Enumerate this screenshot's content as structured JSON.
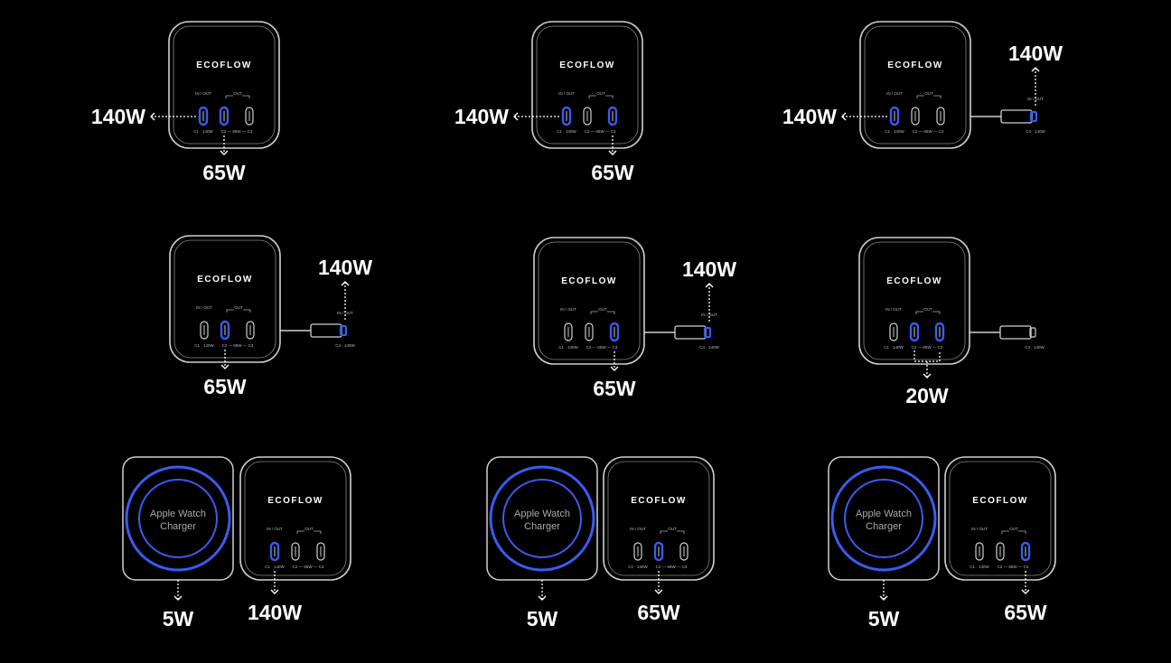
{
  "brand": "ECOFLOW",
  "port_labels": {
    "in_out": "IN / OUT",
    "out": "OUT",
    "c1": "C1 · 140W",
    "c23": "C2 — 65W — C3",
    "c4": "C4 · 140W"
  },
  "watch_charger_label": [
    "Apple Watch",
    "Charger"
  ],
  "colors": {
    "background": "#000000",
    "outline": "#cfcfcf",
    "active_port": "#3a5cf0",
    "text": "#ffffff"
  },
  "scenarios": [
    {
      "id": "s1",
      "active_ports": [
        "C1",
        "C2"
      ],
      "cable": false,
      "watch": false,
      "outputs": [
        "140W",
        "65W"
      ]
    },
    {
      "id": "s2",
      "active_ports": [
        "C1",
        "C3"
      ],
      "cable": false,
      "watch": false,
      "outputs": [
        "140W",
        "65W"
      ]
    },
    {
      "id": "s3",
      "active_ports": [
        "C1",
        "C4"
      ],
      "cable": true,
      "watch": false,
      "outputs": [
        "140W",
        "140W"
      ]
    },
    {
      "id": "s4",
      "active_ports": [
        "C2",
        "C4"
      ],
      "cable": true,
      "watch": false,
      "outputs": [
        "140W",
        "65W"
      ]
    },
    {
      "id": "s5",
      "active_ports": [
        "C3",
        "C4"
      ],
      "cable": true,
      "watch": false,
      "outputs": [
        "140W",
        "65W"
      ]
    },
    {
      "id": "s6",
      "active_ports": [
        "C2",
        "C3"
      ],
      "cable": true,
      "watch": false,
      "outputs": [
        "20W"
      ]
    },
    {
      "id": "s7",
      "active_ports": [
        "C1"
      ],
      "cable": false,
      "watch": true,
      "outputs": [
        "5W",
        "140W"
      ]
    },
    {
      "id": "s8",
      "active_ports": [
        "C2"
      ],
      "cable": false,
      "watch": true,
      "outputs": [
        "5W",
        "65W"
      ]
    },
    {
      "id": "s9",
      "active_ports": [
        "C3"
      ],
      "cable": false,
      "watch": true,
      "outputs": [
        "5W",
        "65W"
      ]
    }
  ]
}
